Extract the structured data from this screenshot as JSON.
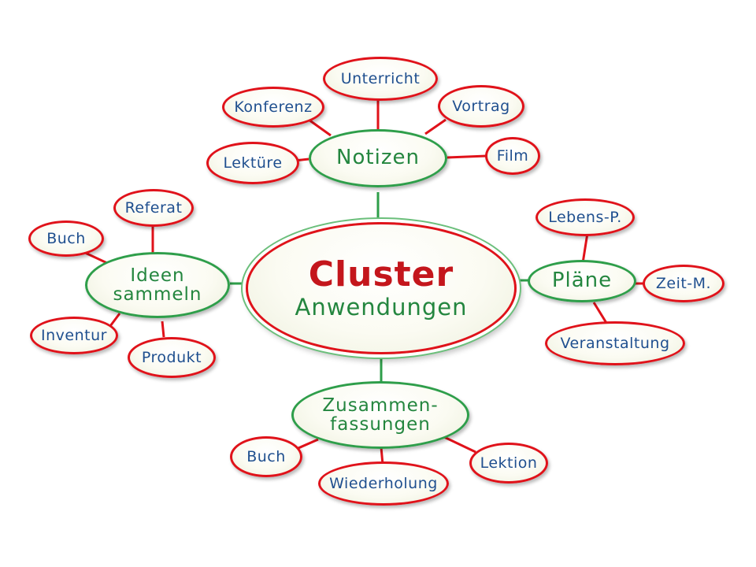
{
  "center": {
    "title": "Cluster",
    "subtitle": "Anwendungen"
  },
  "branches": {
    "notizen": {
      "label": "Notizen",
      "leaves": [
        "Unterricht",
        "Konferenz",
        "Vortrag",
        "Lektüre",
        "Film"
      ]
    },
    "ideen": {
      "label": "Ideen\nsammeln",
      "leaves": [
        "Referat",
        "Buch",
        "Inventur",
        "Produkt"
      ]
    },
    "plaene": {
      "label": "Pläne",
      "leaves": [
        "Lebens-P.",
        "Zeit-M.",
        "Veranstaltung"
      ]
    },
    "zusammen": {
      "label": "Zusammen-\nfassungen",
      "leaves": [
        "Buch",
        "Lektion",
        "Wiederholung"
      ]
    }
  },
  "colors": {
    "leaf_border": "#e0121a",
    "branch_border": "#2e9e4a",
    "leaf_text": "#1f4f8f",
    "branch_text": "#24863f",
    "title_text": "#c4161c",
    "leaf_connector": "#e0121a",
    "branch_connector": "#2e9e4a"
  }
}
